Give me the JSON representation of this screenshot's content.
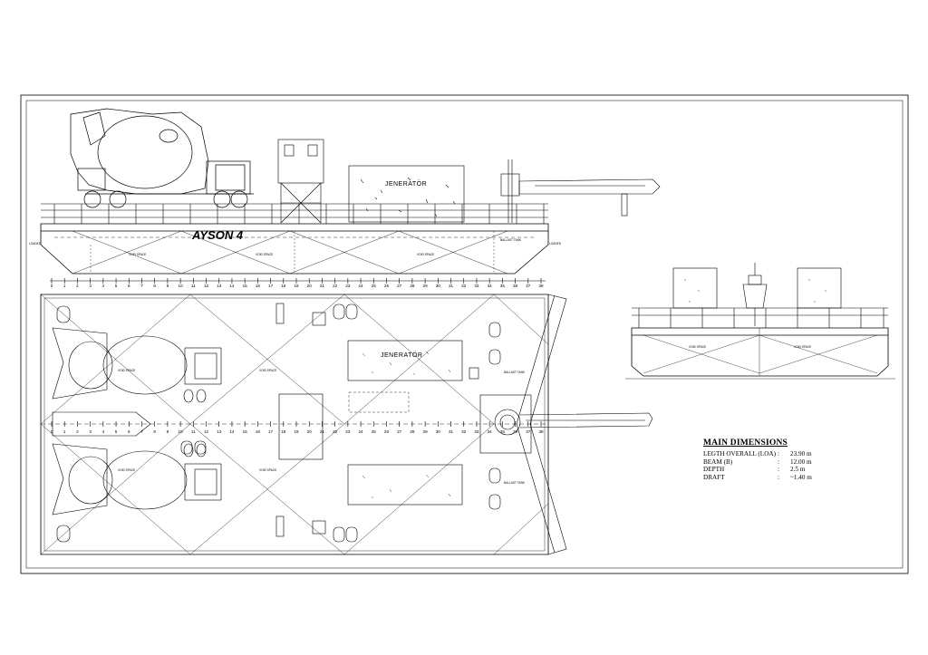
{
  "drawing": {
    "ship_name": "AYSON 4",
    "generator_label": "JENERATÖR",
    "void_space_label": "VOID SPACE",
    "ballast_tank_label": "BALLAST TANK",
    "loaded_label": "LOADED",
    "frame_numbers": [
      "0",
      "1",
      "2",
      "3",
      "4",
      "5",
      "6",
      "7",
      "8",
      "9",
      "10",
      "11",
      "12",
      "13",
      "14",
      "15",
      "16",
      "17",
      "18",
      "19",
      "20",
      "21",
      "22",
      "23",
      "24",
      "25",
      "26",
      "27",
      "28",
      "29",
      "30",
      "31",
      "32",
      "33",
      "34",
      "35",
      "36",
      "37",
      "38"
    ]
  },
  "main_dimensions": {
    "title": "MAIN DIMENSIONS",
    "rows": [
      {
        "label": "LEGTH OVERALL (LOA)",
        "sep": ":",
        "value": "23.90 m"
      },
      {
        "label": "BEAM (B)",
        "sep": ":",
        "value": "12.00 m"
      },
      {
        "label": "DEPTH",
        "sep": ":",
        "value": "2.5 m"
      },
      {
        "label": "DRAFT",
        "sep": ":",
        "value": "~1.40 m"
      }
    ]
  },
  "colors": {
    "line": "#000000",
    "background": "#ffffff"
  }
}
